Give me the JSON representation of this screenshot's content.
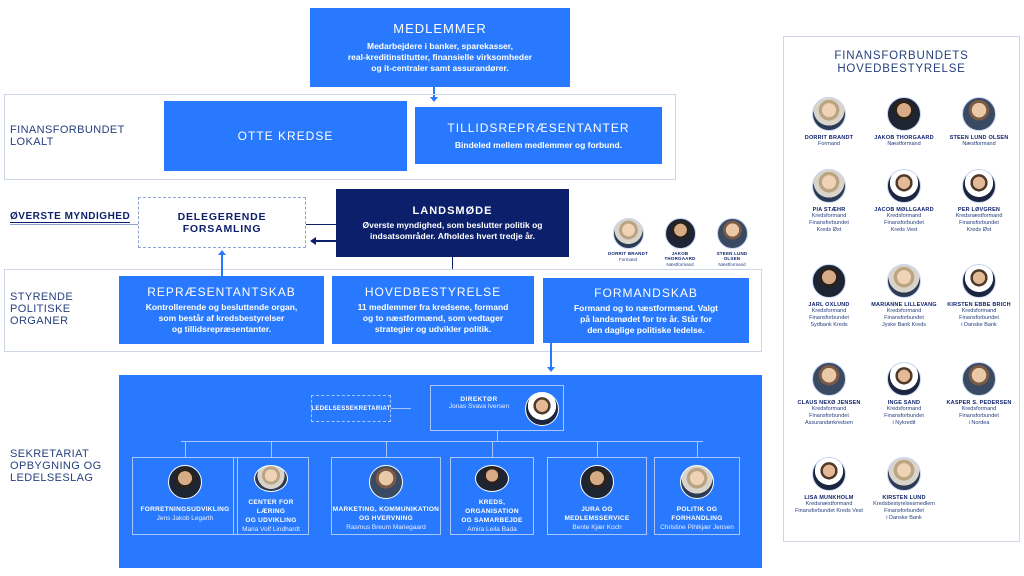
{
  "members_box": {
    "title": "MEDLEMMER",
    "body": [
      "Medarbejdere i banker, sparekasser,",
      "real-kreditinstitutter, finansielle virksomheder",
      "og it-centraler samt assurandører."
    ]
  },
  "section_local": {
    "label": [
      "FINANSFORBUNDET",
      "LOKALT"
    ],
    "kredse_title": "OTTE KREDSE",
    "tillid_title": "TILLIDSREPRÆSENTANTER",
    "tillid_body": "Bindeled mellem medlemmer og forbund."
  },
  "section_authority": {
    "label": "ØVERSTE MYNDIGHED",
    "delegerende": [
      "DELEGERENDE",
      "FORSAMLING"
    ],
    "landsmode_title": "LANDSMØDE",
    "landsmode_body": [
      "Øverste myndighed, som beslutter politik og",
      "indsatsområder. Afholdes hvert tredje år."
    ]
  },
  "chairmanship_people": [
    {
      "name": "DORRIT BRANDT",
      "role": "Formand"
    },
    {
      "name": "JAKOB THORGAARD",
      "role": "Næstformand"
    },
    {
      "name": "STEEN LUND OLSEN",
      "role": "Næstformand"
    }
  ],
  "section_political": {
    "label": [
      "STYRENDE",
      "POLITISKE",
      "ORGANER"
    ],
    "boxes": [
      {
        "title": "REPRÆSENTANTSKAB",
        "body": [
          "Kontrollerende og besluttende organ,",
          "som består af kredsbestyrelser",
          "og tillidsrepræsentanter."
        ]
      },
      {
        "title": "HOVEDBESTYRELSE",
        "body": [
          "11 medlemmer fra kredsene, formand",
          "og to næstformænd, som vedtager",
          "strategier og udvikler politik."
        ]
      },
      {
        "title": "FORMANDSKAB",
        "body": [
          "Formand og to næstformænd. Valgt",
          "på landsmødet for tre år. Står for",
          "den daglige politiske ledelse."
        ]
      }
    ]
  },
  "section_secretariat": {
    "label": [
      "SEKRETARIAT",
      "OPBYGNING OG",
      "LEDELSESLAG"
    ],
    "ledelsessekretariat": "LEDELSESSEKRETARIAT",
    "director_title": "DIREKTØR",
    "director_name": "Jonas Svava Iversen",
    "departments": [
      {
        "title": [
          "FORRETNINGSUDVIKLING"
        ],
        "name": "Jens Jakob Legarth"
      },
      {
        "title": [
          "CENTER FOR LÆRING",
          "OG UDVIKLING"
        ],
        "name": "Maria Volf Lindhardt"
      },
      {
        "title": [
          "MARKETING, KOMMUNIKATION",
          "OG HVERVNING"
        ],
        "name": "Rasmus Breum Mariegaard"
      },
      {
        "title": [
          "KREDS, ORGANISATION",
          "OG SAMARBEJDE"
        ],
        "name": "Amira Leila Bada"
      },
      {
        "title": [
          "JURA OG MEDLEMSSERVICE"
        ],
        "name": "Bente Kjær Koch"
      },
      {
        "title": [
          "POLITIK OG",
          "FORHANDLING"
        ],
        "name": "Christine Pihlkjær Jensen"
      }
    ]
  },
  "board_panel": {
    "title": [
      "FINANSFORBUNDETS",
      "HOVEDBESTYRELSE"
    ],
    "members": [
      {
        "name": "DORRIT BRANDT",
        "role": [
          "Formand"
        ]
      },
      {
        "name": "JAKOB THORGAARD",
        "role": [
          "Næstformand"
        ]
      },
      {
        "name": "STEEN LUND OLSEN",
        "role": [
          "Næstformand"
        ]
      },
      {
        "name": "PIA STÆHR",
        "role": [
          "Kredsformand",
          "Finansforbundet",
          "Kreds Øst"
        ]
      },
      {
        "name": "JACOB MØLLGAARD",
        "role": [
          "Kredsformand",
          "Finansforbundet",
          "Kreds Vest"
        ]
      },
      {
        "name": "PER LØVGREN",
        "role": [
          "Kredsnæstformand",
          "Finansforbundet",
          "Kreds Øst"
        ]
      },
      {
        "name": "JARL OXLUND",
        "role": [
          "Kredsformand",
          "Finansforbundet",
          "Sydbank Kreds"
        ]
      },
      {
        "name": "MARIANNE LILLEVANG",
        "role": [
          "Kredsformand",
          "Finansforbundet",
          "Jyske Bank Kreds"
        ]
      },
      {
        "name": "KIRSTEN EBBE BRICH",
        "role": [
          "Kredsformand",
          "Finansforbundet",
          "i Danske Bank"
        ]
      },
      {
        "name": "CLAUS NEXØ JENSEN",
        "role": [
          "Kredsformand",
          "Finansforbundet",
          "Assurandørkredsen"
        ]
      },
      {
        "name": "INGE SAND",
        "role": [
          "Kredsformand",
          "Finansforbundet",
          "i Nykredit"
        ]
      },
      {
        "name": "KASPER S. PEDERSEN",
        "role": [
          "Kredsformand",
          "Finansforbundet",
          "i Nordea"
        ]
      },
      {
        "name": "LISA MUNKHOLM",
        "role": [
          "Kredsnæstformand",
          "Finansforbundet Kreds Vest"
        ]
      },
      {
        "name": "KIRSTEN LUND",
        "role": [
          "Kredsbestyrelsesmedlem",
          "Finansforbundet",
          "i Danske Bank"
        ]
      }
    ]
  },
  "colors": {
    "primary_blue": "#2979ff",
    "navy": "#0c1f6b",
    "frame": "#cdd6e6"
  }
}
